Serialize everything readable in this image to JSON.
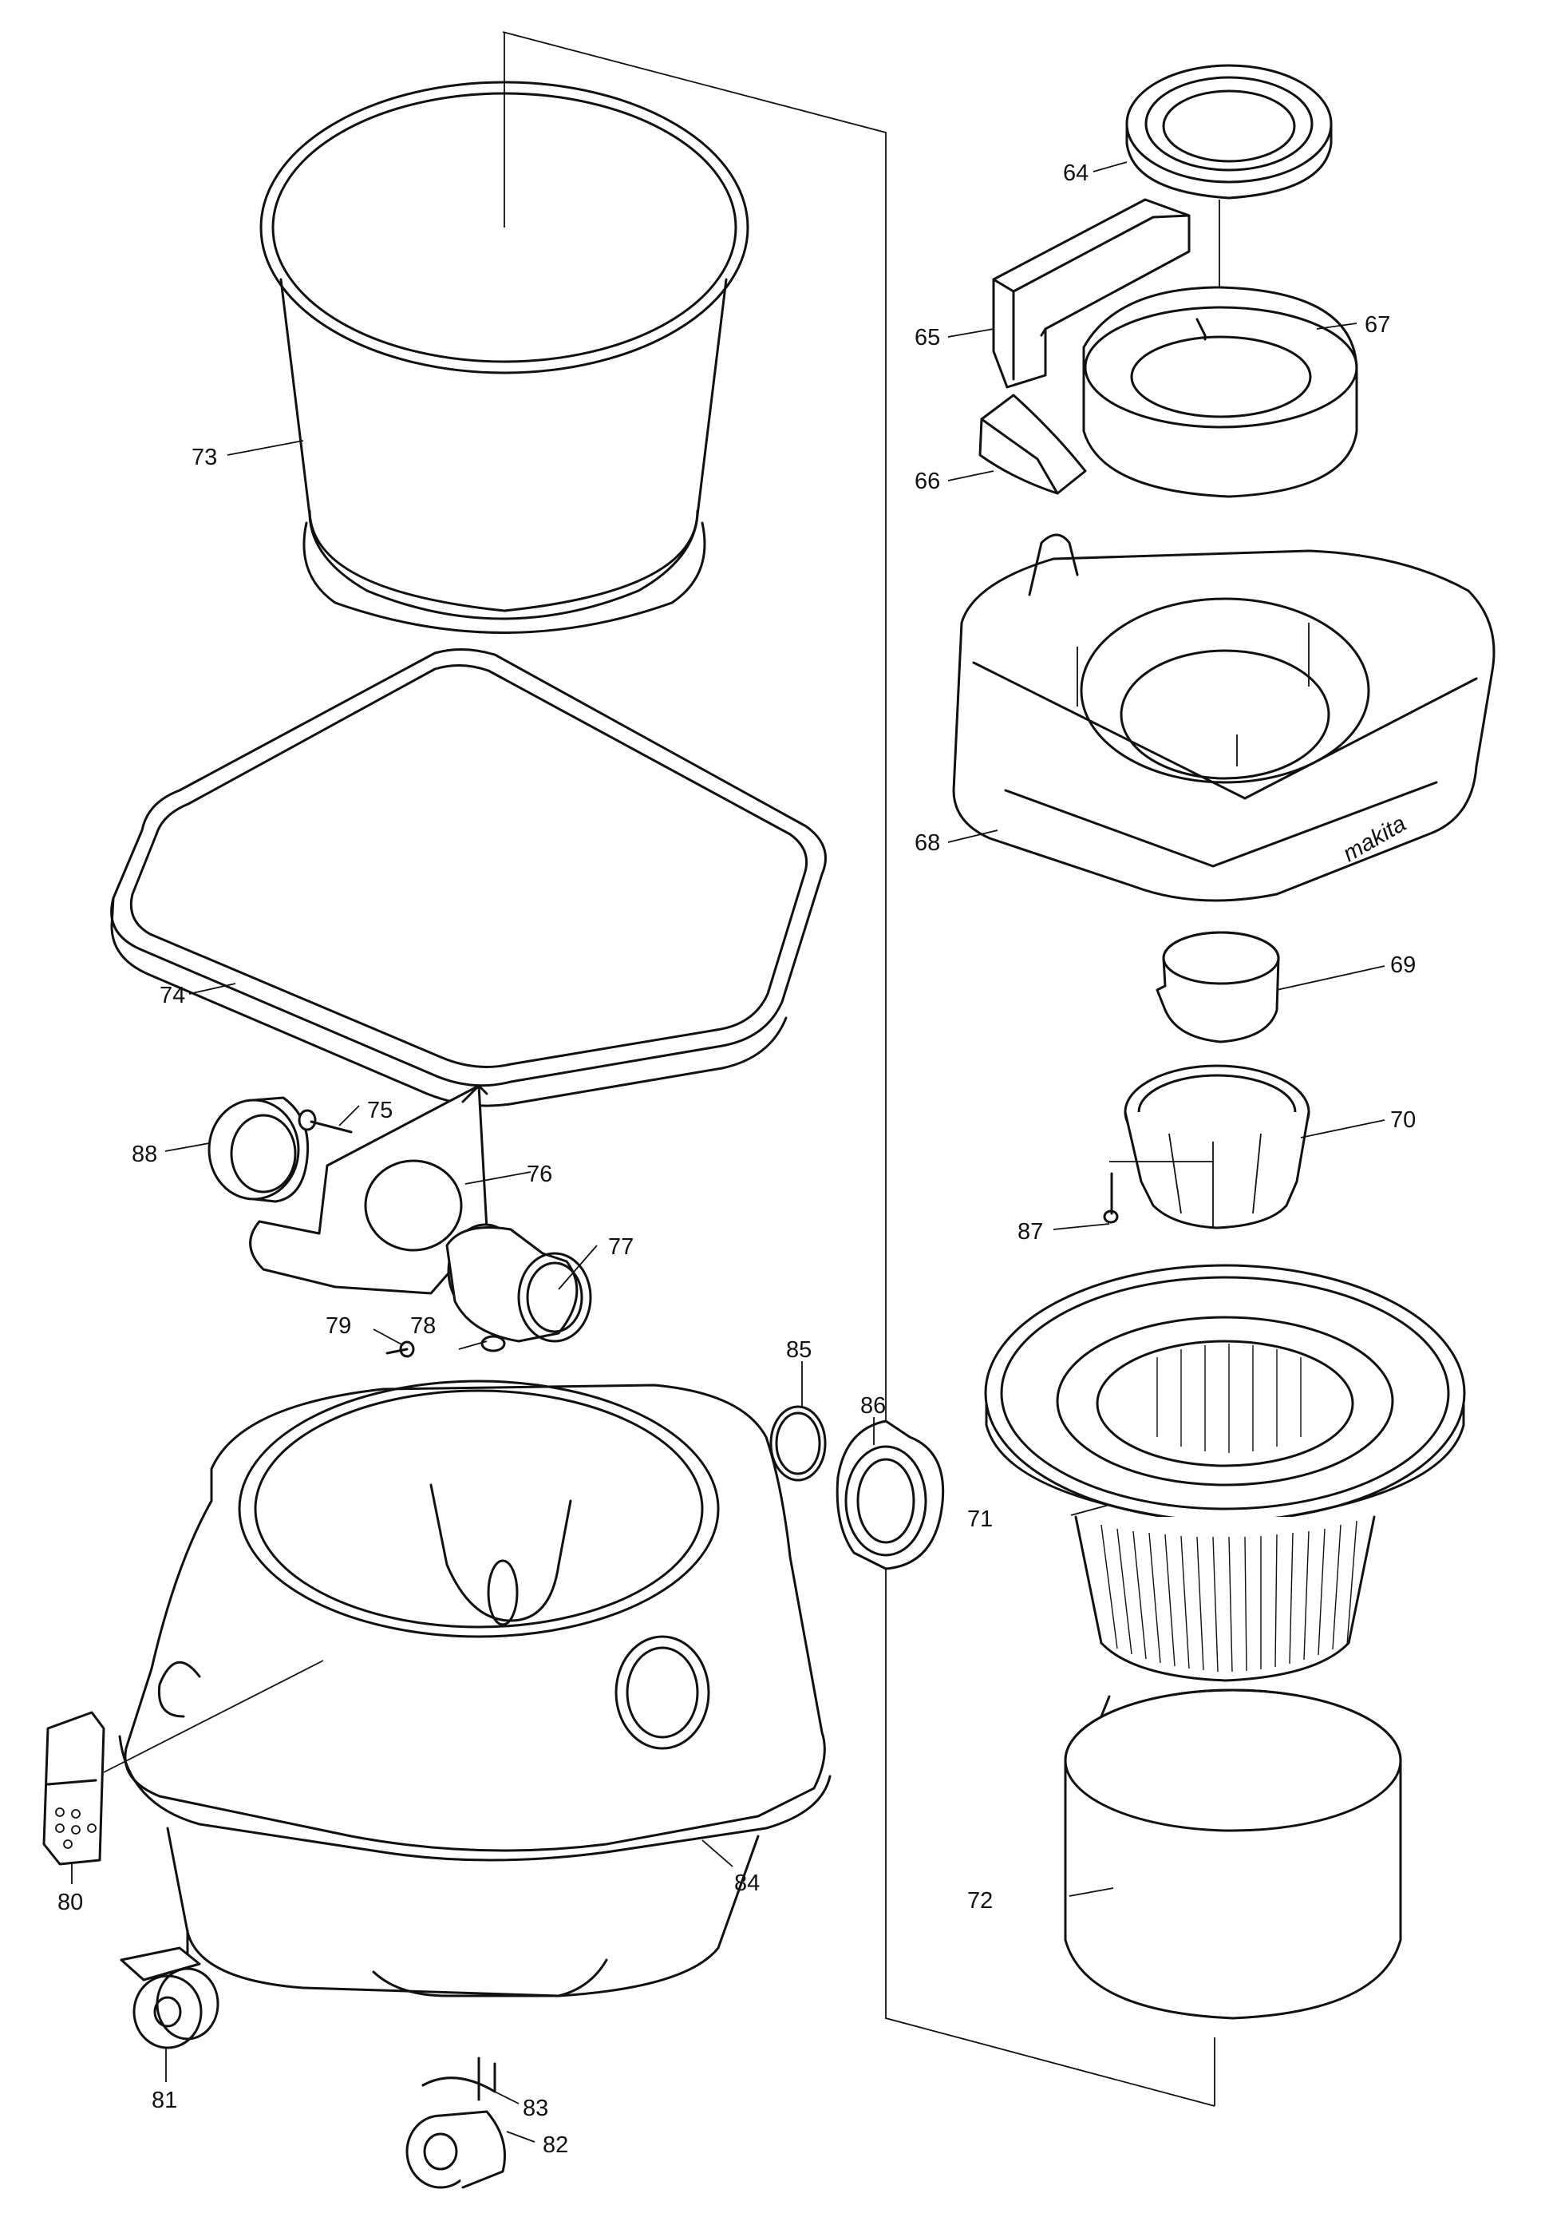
{
  "diagram": {
    "brand_mark": "makita",
    "callouts": [
      {
        "id": "64",
        "text": "64"
      },
      {
        "id": "65",
        "text": "65"
      },
      {
        "id": "66",
        "text": "66"
      },
      {
        "id": "67",
        "text": "67"
      },
      {
        "id": "68",
        "text": "68"
      },
      {
        "id": "69",
        "text": "69"
      },
      {
        "id": "70",
        "text": "70"
      },
      {
        "id": "71",
        "text": "71"
      },
      {
        "id": "72",
        "text": "72"
      },
      {
        "id": "73",
        "text": "73"
      },
      {
        "id": "74",
        "text": "74"
      },
      {
        "id": "75",
        "text": "75"
      },
      {
        "id": "76",
        "text": "76"
      },
      {
        "id": "77",
        "text": "77"
      },
      {
        "id": "78",
        "text": "78"
      },
      {
        "id": "79",
        "text": "79"
      },
      {
        "id": "80",
        "text": "80"
      },
      {
        "id": "81",
        "text": "81"
      },
      {
        "id": "82",
        "text": "82"
      },
      {
        "id": "83",
        "text": "83"
      },
      {
        "id": "84",
        "text": "84"
      },
      {
        "id": "85",
        "text": "85"
      },
      {
        "id": "86",
        "text": "86"
      },
      {
        "id": "87",
        "text": "87"
      },
      {
        "id": "88",
        "text": "88"
      }
    ]
  }
}
